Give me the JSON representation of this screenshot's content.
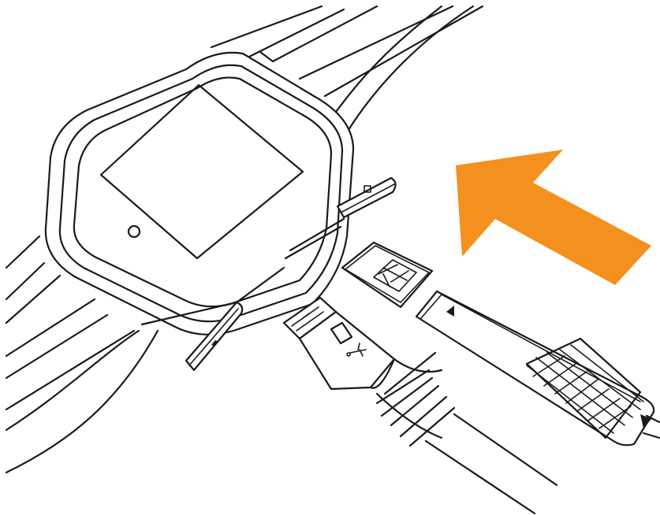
{
  "figure": {
    "subject": "smartwatch-sim-card-insertion",
    "parts": [
      "watch",
      "strap",
      "port-cover-top",
      "port-cover-bottom",
      "sim-card",
      "micro-usb-cable",
      "sim-tray-tool"
    ],
    "icons": [
      "sim-slot-icon",
      "usb-icon",
      "arrow-icon",
      "triangle-icon"
    ]
  },
  "colors": {
    "line": "#1a1a1a",
    "background": "#ffffff",
    "accent": "#f4901e"
  }
}
